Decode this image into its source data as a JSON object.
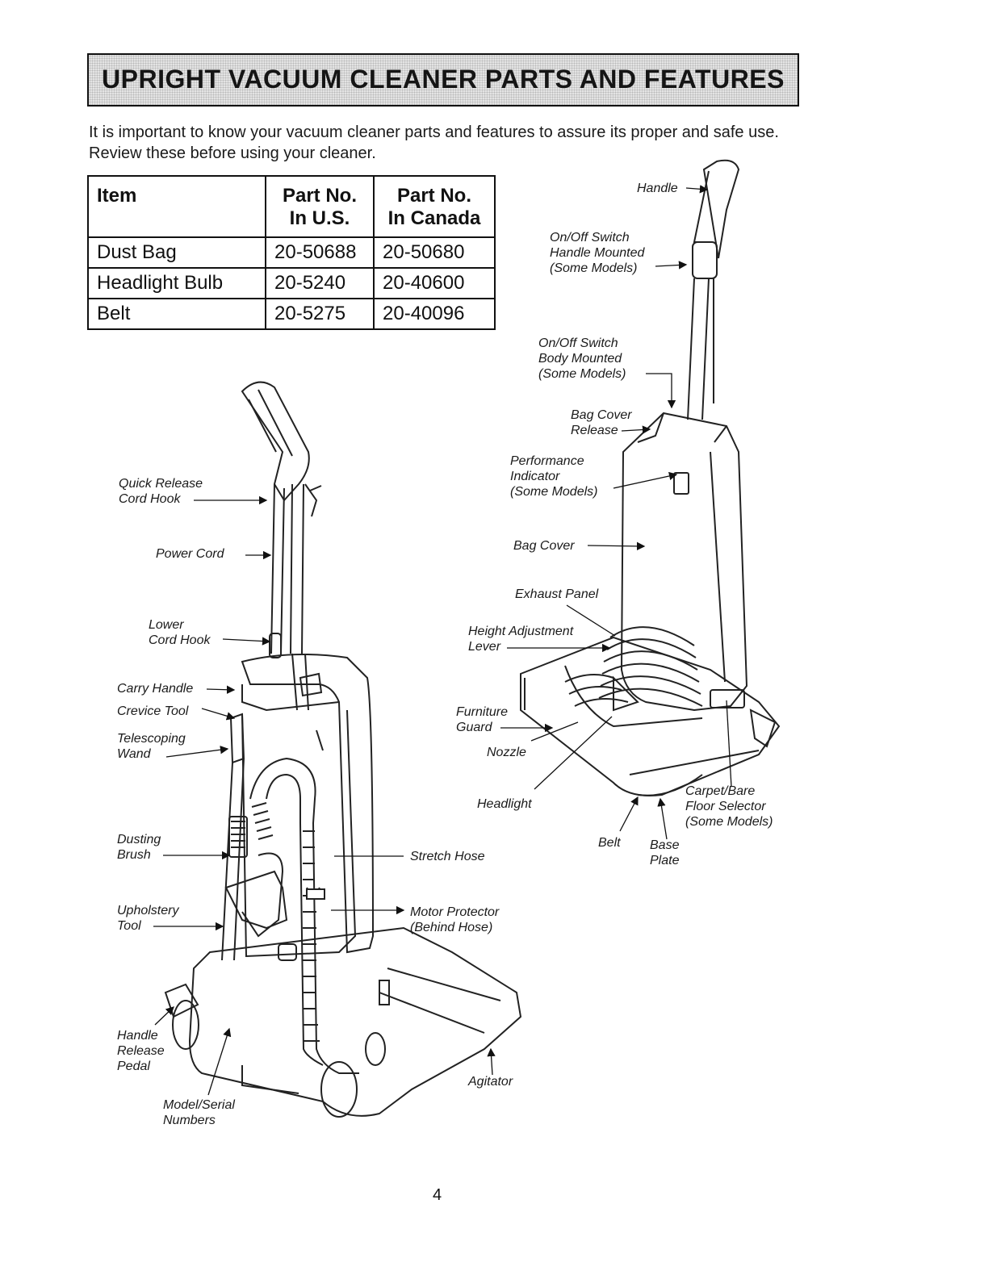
{
  "header": {
    "title": "UPRIGHT VACUUM CLEANER PARTS AND FEATURES"
  },
  "intro": "It is important to know your vacuum cleaner parts and features to assure its proper and safe use. Review these before using your cleaner.",
  "parts_table": {
    "headers": {
      "item": "Item",
      "us": "Part No. In U.S.",
      "canada": "Part No. In Canada"
    },
    "rows": [
      {
        "item": "Dust Bag",
        "us": "20-50688",
        "canada": "20-50680"
      },
      {
        "item": "Headlight Bulb",
        "us": "20-5240",
        "canada": "20-40600"
      },
      {
        "item": "Belt",
        "us": "20-5275",
        "canada": "20-40096"
      }
    ]
  },
  "callouts": {
    "handle_top": "Handle",
    "onoff_handle": "On/Off Switch\nHandle Mounted\n(Some Models)",
    "onoff_body": "On/Off Switch\nBody Mounted\n(Some Models)",
    "bag_cover_release": "Bag Cover\nRelease",
    "performance_indicator": "Performance\nIndicator\n(Some Models)",
    "bag_cover": "Bag Cover",
    "exhaust_panel": "Exhaust Panel",
    "height_adjustment": "Height Adjustment\nLever",
    "furniture_guard": "Furniture\nGuard",
    "nozzle": "Nozzle",
    "headlight": "Headlight",
    "carpet_selector": "Carpet/Bare\nFloor Selector\n(Some Models)",
    "belt": "Belt",
    "base_plate": "Base\nPlate",
    "quick_release": "Quick Release\nCord Hook",
    "power_cord": "Power Cord",
    "lower_cord_hook": "Lower\nCord Hook",
    "carry_handle": "Carry Handle",
    "crevice_tool": "Crevice Tool",
    "telescoping_wand": "Telescoping\nWand",
    "dusting_brush": "Dusting\nBrush",
    "stretch_hose": "Stretch Hose",
    "upholstery_tool": "Upholstery\nTool",
    "motor_protector": "Motor Protector\n(Behind Hose)",
    "handle_release": "Handle\nRelease\nPedal",
    "model_serial": "Model/Serial\nNumbers",
    "agitator": "Agitator"
  },
  "page_number": "4"
}
